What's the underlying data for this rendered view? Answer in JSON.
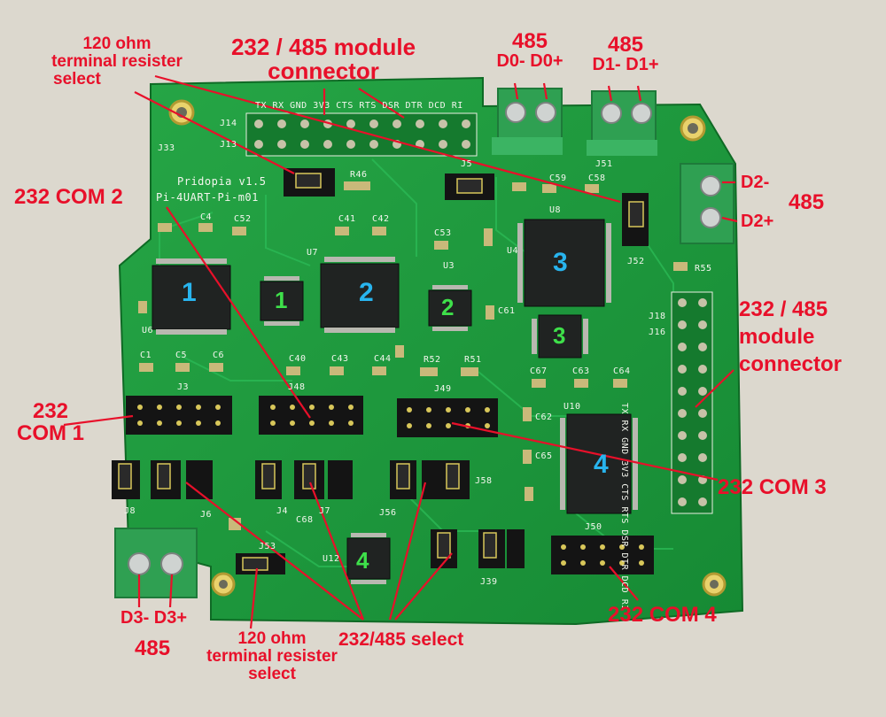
{
  "annotations": {
    "terminal_select_top": [
      "120 ohm",
      "terminal resister",
      "select"
    ],
    "module_connector_top": [
      "232 / 485 module",
      "connector"
    ],
    "rs485_d0": {
      "title": "485",
      "pins": "D0- D0+"
    },
    "rs485_d1": {
      "title": "485",
      "pins": "D1- D1+"
    },
    "rs485_d2": {
      "title": "485",
      "pin_minus": "D2-",
      "pin_plus": "D2+"
    },
    "com2": "232 COM 2",
    "module_connector_right": [
      "232 / 485",
      "module",
      "connector"
    ],
    "com1": [
      "232",
      "COM 1"
    ],
    "com3": "232 COM 3",
    "com4": "232 COM 4",
    "rs485_d3": {
      "pins": "D3- D3+",
      "title": "485"
    },
    "terminal_select_bottom": [
      "120 ohm",
      "terminal resister",
      "select"
    ],
    "rs232_485_select": "232/485 select"
  },
  "chip_markers": {
    "max232": [
      "1",
      "2",
      "3",
      "4"
    ],
    "max485": [
      "1",
      "2",
      "3",
      "4"
    ]
  },
  "silkscreen": {
    "board_name": [
      "Pridopia v1.5",
      "Pi-4UART-Pi-m01"
    ],
    "header_top_pins": "TX RX GND 3V3 CTS RTS DSR DTR DCD RI",
    "header_right_pins": "TX RX GND 3V3 CTS RTS DSR DTR DCD RI",
    "refs": [
      "J14",
      "J13",
      "J33",
      "J3",
      "J48",
      "J49",
      "J50",
      "J8",
      "J6",
      "J4",
      "J7",
      "J56",
      "J58",
      "J39",
      "J53",
      "J52",
      "J51",
      "J5",
      "J18",
      "J16",
      "U8",
      "U10",
      "U12",
      "U7",
      "U3",
      "U6",
      "U4",
      "R46",
      "R55",
      "R52",
      "R51",
      "C4",
      "C52",
      "C41",
      "C42",
      "C53",
      "C59",
      "C58",
      "C1",
      "C5",
      "C6",
      "C40",
      "C43",
      "C44",
      "C67",
      "C63",
      "C64",
      "C62",
      "C65",
      "C68",
      "C61"
    ]
  },
  "colors": {
    "pcb": "#1f9a3c",
    "pcb_dark": "#137a2c",
    "annotation": "#e8102a",
    "max232_marker": "#28b4ee",
    "max485_marker": "#3ee04a",
    "terminal_block": "#2fa052"
  }
}
